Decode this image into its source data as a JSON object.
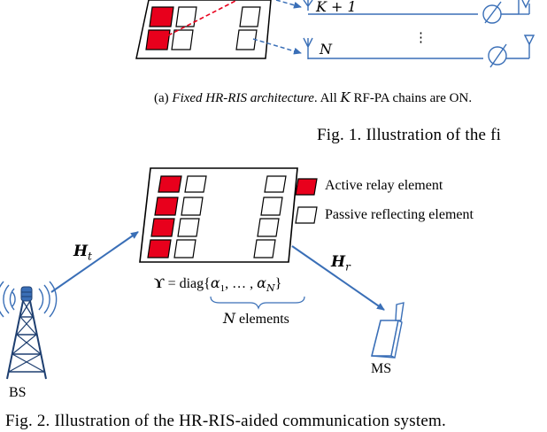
{
  "fig1": {
    "labels": {
      "k_plus_1": "K + 1",
      "n": "N",
      "dots": "⋮"
    },
    "subcaption": {
      "prefix": "(a) ",
      "title": "Fixed HR-RIS architecture",
      "sep": ". All ",
      "k": "K",
      "suffix": " RF-PA chains are ON."
    },
    "caption": "Fig. 1.   Illustration of the fi"
  },
  "fig2": {
    "legend": {
      "active": "Active relay element",
      "passive": "Passive reflecting element"
    },
    "channels": {
      "ht": "H",
      "ht_sub": "t",
      "hr": "H",
      "hr_sub": "r"
    },
    "upsilon": {
      "symbol": "ϒ",
      "eq": " = diag{",
      "a1": "α",
      "a1_sub": "1",
      "mid": ", … , ",
      "an": "α",
      "an_sub": "N",
      "close": "}"
    },
    "n_elements": {
      "n": "N",
      "text": " elements"
    },
    "bs_label": "BS",
    "ms_label": "MS",
    "caption": "Fig. 2.   Illustration of the HR-RIS-aided communication system."
  },
  "colors": {
    "active": "#e8001c",
    "arrow": "#3a6fb7",
    "dashed_red": "#e8001c",
    "line": "#000000"
  }
}
